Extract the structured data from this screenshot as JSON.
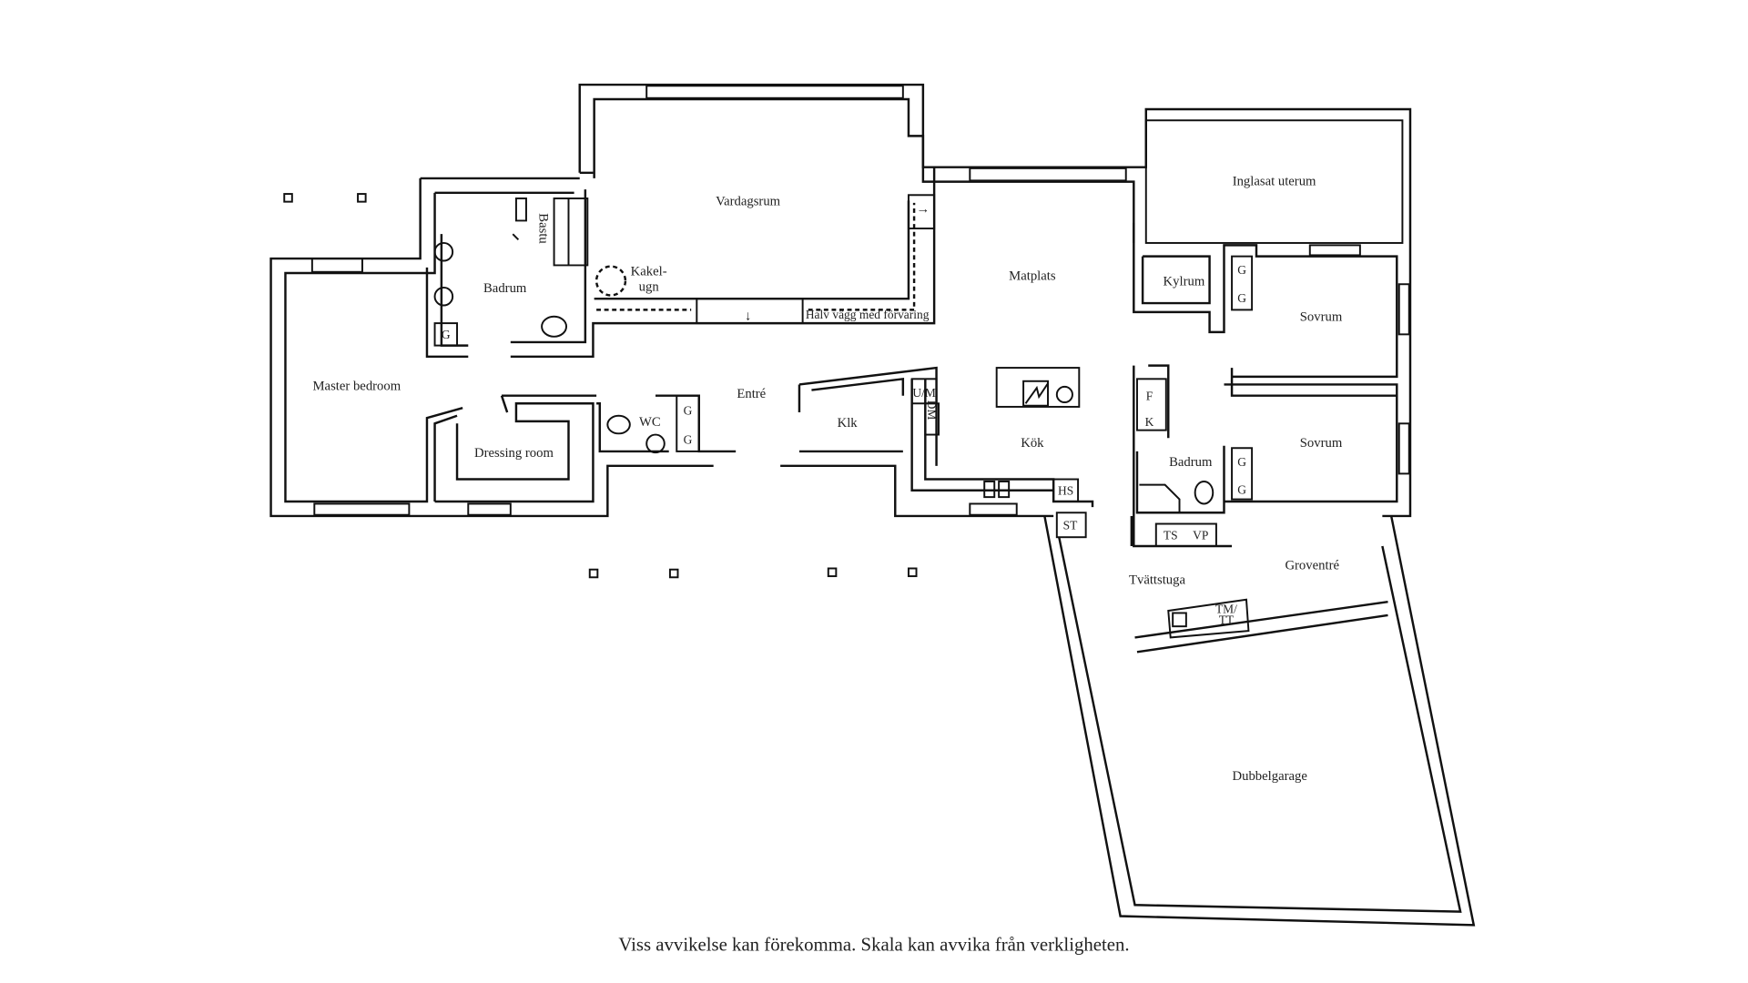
{
  "rooms": {
    "vardagsrum": "Vardagsrum",
    "inglasat_uterum": "Inglasat uterum",
    "bastu": "Bastu",
    "kakelugn_1": "Kakel-",
    "kakelugn_2": "ugn",
    "badrum_1": "Badrum",
    "matplats": "Matplats",
    "kylrum": "Kylrum",
    "sovrum_1": "Sovrum",
    "halv_vagg": "Halv vägg med förvaring",
    "master_bedroom": "Master bedroom",
    "entre": "Entré",
    "um": "U/M",
    "dm": "DM",
    "klk": "Klk",
    "wc": "WC",
    "dressing_room": "Dressing room",
    "kok": "Kök",
    "badrum_2": "Badrum",
    "sovrum_2": "Sovrum",
    "hs": "HS",
    "st": "ST",
    "ts": "TS",
    "vp": "VP",
    "f": "F",
    "k": "K",
    "tvattstuga": "Tvättstuga",
    "groventre": "Groventré",
    "tm": "TM/",
    "tt": "TT",
    "dubbelgarage": "Dubbelgarage",
    "g": "G"
  },
  "footer": "Viss avvikelse kan förekomma. Skala kan avvika från verkligheten."
}
